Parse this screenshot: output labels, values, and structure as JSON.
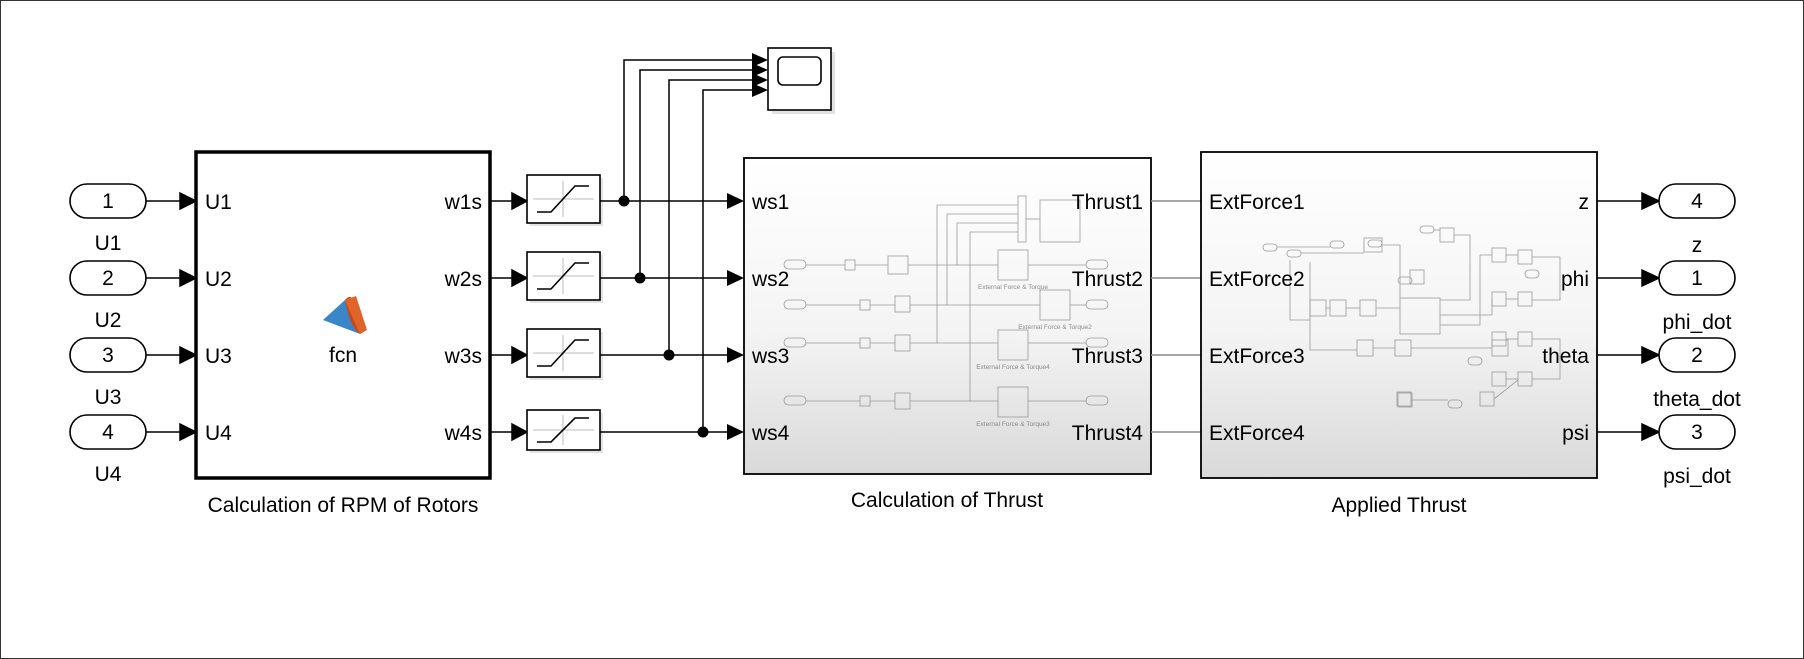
{
  "inports": [
    {
      "num": "1",
      "label": "U1"
    },
    {
      "num": "2",
      "label": "U2"
    },
    {
      "num": "3",
      "label": "U3"
    },
    {
      "num": "4",
      "label": "U4"
    }
  ],
  "rpm_block": {
    "inputs": [
      "U1",
      "U2",
      "U3",
      "U4"
    ],
    "outputs": [
      "w1s",
      "w2s",
      "w3s",
      "w4s"
    ],
    "center_label": "fcn",
    "caption": "Calculation of RPM of Rotors"
  },
  "thrust_block": {
    "inputs": [
      "ws1",
      "ws2",
      "ws3",
      "ws4"
    ],
    "outputs": [
      "Thrust1",
      "Thrust2",
      "Thrust3",
      "Thrust4"
    ],
    "caption": "Calculation of Thrust",
    "inner_captions": [
      "External Force & Torque",
      "External Force & Torque2",
      "External Force & Torque4",
      "External Force & Torque3"
    ]
  },
  "applied_block": {
    "inputs": [
      "ExtForce1",
      "ExtForce2",
      "ExtForce3",
      "ExtForce4"
    ],
    "outputs": [
      "z",
      "phi",
      "theta",
      "psi"
    ],
    "caption": "Applied Thrust"
  },
  "outports": [
    {
      "num": "4",
      "label": "z"
    },
    {
      "num": "1",
      "label": "phi_dot"
    },
    {
      "num": "2",
      "label": "theta_dot"
    },
    {
      "num": "3",
      "label": "psi_dot"
    }
  ],
  "colors": {
    "line": "#000000",
    "thrust_line": "#8c8c8c",
    "matlab_orange": "#e0642a",
    "matlab_blue": "#3a86c8"
  }
}
